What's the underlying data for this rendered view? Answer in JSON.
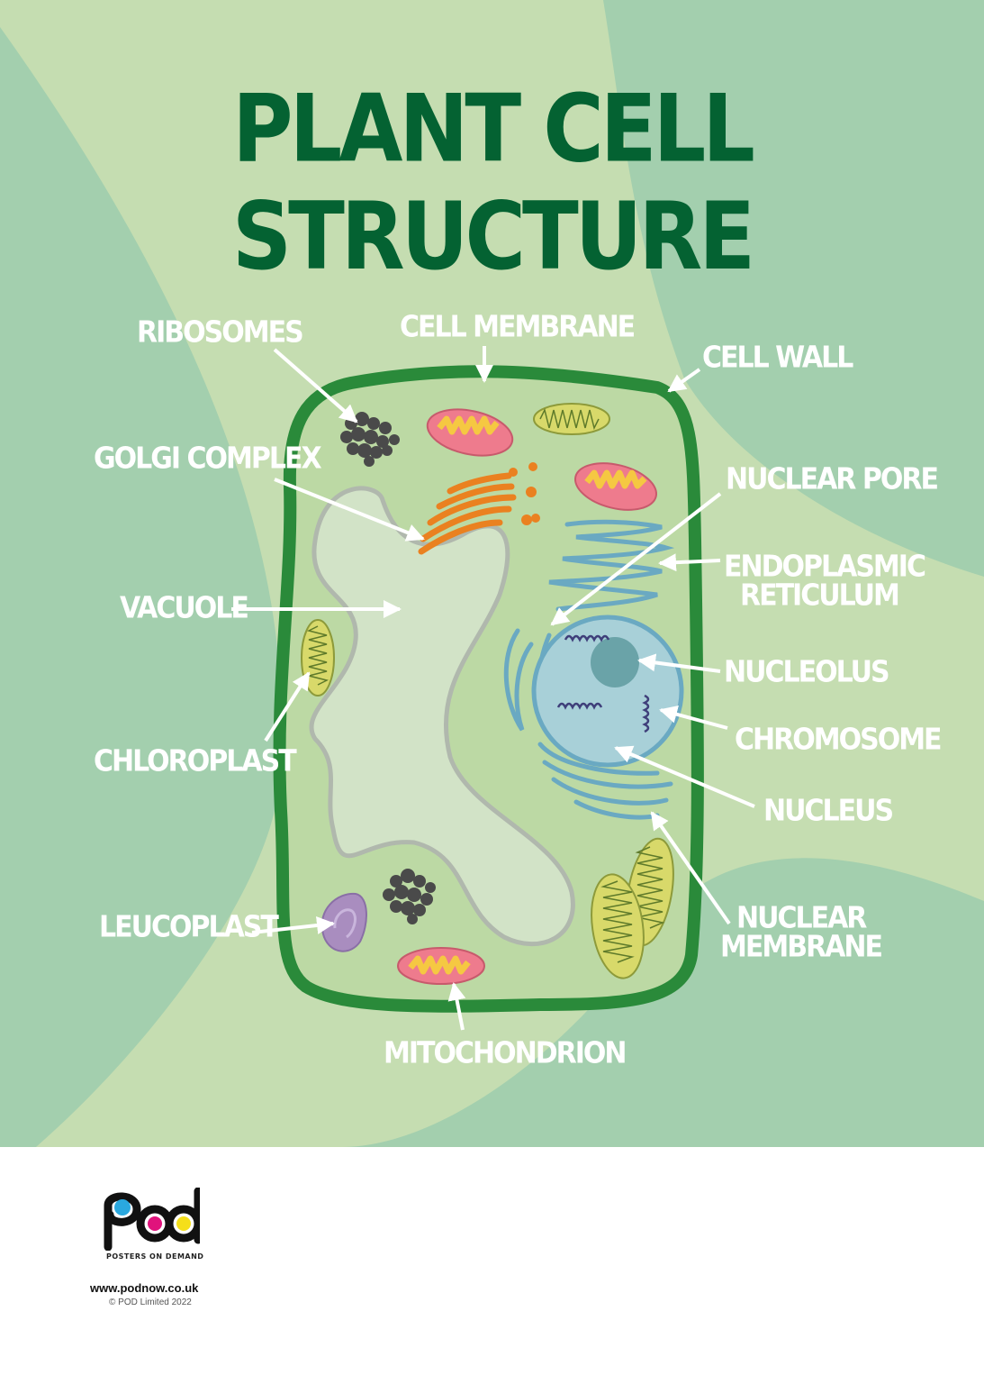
{
  "title": "PLANT CELL STRUCTURE",
  "labels": {
    "ribosomes": "RIBOSOMES",
    "cell_membrane": "CELL MEMBRANE",
    "cell_wall": "CELL WALL",
    "golgi_complex": "GOLGI COMPLEX",
    "nuclear_pore": "NUCLEAR PORE",
    "er_line1": "ENDOPLASMIC",
    "er_line2": "RETICULUM",
    "vacuole": "VACUOLE",
    "nucleolus": "NUCLEOLUS",
    "chromosome": "CHROMOSOME",
    "chloroplast": "CHLOROPLAST",
    "nucleus": "NUCLEUS",
    "nm_line1": "NUCLEAR",
    "nm_line2": "MEMBRANE",
    "leucoplast": "LEUCOPLAST",
    "mitochondrion": "MITOCHONDRION"
  },
  "footer": {
    "logo_text": "POSTERS ON DEMAND",
    "url": "www.podnow.co.uk",
    "copyright": "© POD Limited 2022"
  },
  "colors": {
    "title": "#046232",
    "cell_wall": "#2a8a3a",
    "cytoplasm": "#bcd9a4",
    "bg_dark": "#a3cfae",
    "bg_light": "#c5ddb1"
  }
}
